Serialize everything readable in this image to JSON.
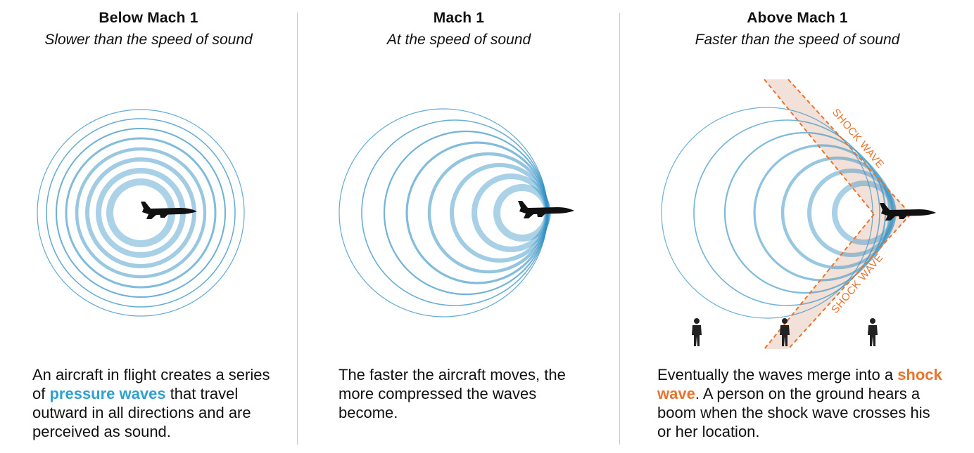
{
  "panels": [
    {
      "title": "Below Mach 1",
      "subtitle": "Slower than the speed of sound",
      "caption": {
        "before": "An aircraft in flight creates a series of ",
        "highlight": "pressure waves",
        "after": " that travel outward in all directions and are perceived as sound."
      }
    },
    {
      "title": "Mach 1",
      "subtitle": "At the speed of sound",
      "caption": {
        "text": "The faster the aircraft moves, the more compressed the waves become."
      }
    },
    {
      "title": "Above Mach 1",
      "subtitle": "Faster than the speed of sound",
      "caption": {
        "before": "Eventually the waves merge into a ",
        "highlight": "shock wave",
        "after": ". A person on the ground hears a boom when the shock wave crosses his or her location."
      },
      "shock_labels": [
        "SHOCK WAVE",
        "SHOCK WAVE"
      ]
    }
  ],
  "colors": {
    "wave_blue": "#2f8fc4",
    "pressure_waves_text": "#2fa0cf",
    "shock_orange": "#e8742e",
    "shock_band": "#e8c8b8",
    "aircraft": "#111111"
  },
  "icons": [
    "aircraft-icon",
    "person-icon"
  ]
}
